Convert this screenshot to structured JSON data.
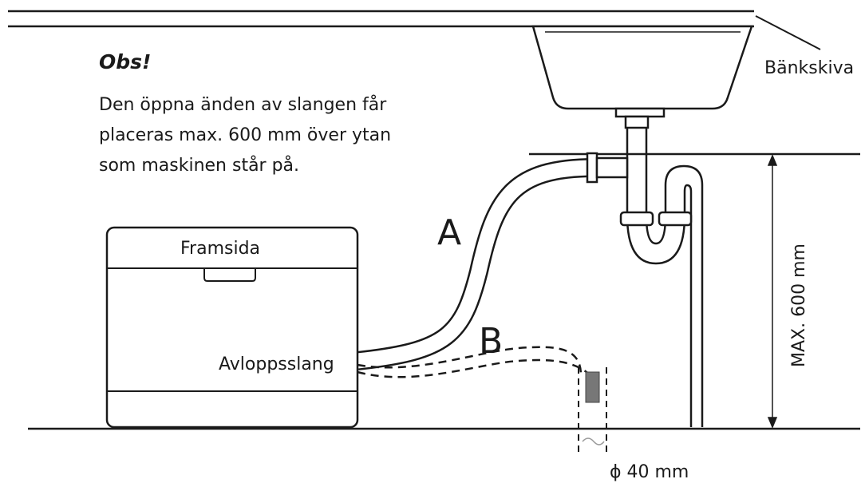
{
  "note": {
    "title": "Obs!",
    "lines": [
      "Den öppna änden av slangen får",
      "placeras max. 600 mm över ytan",
      "som maskinen står på."
    ]
  },
  "labels": {
    "countertop": "Bänkskiva",
    "front": "Framsida",
    "drain_hose": "Avloppsslang",
    "hose_a": "A",
    "hose_b": "B",
    "max_height": "MAX. 600 mm",
    "pipe_diameter": "ϕ 40 mm"
  },
  "colors": {
    "ink": "#1a1a1a",
    "hose_fill": "#ffffff",
    "drain_strainer": "#777777"
  }
}
